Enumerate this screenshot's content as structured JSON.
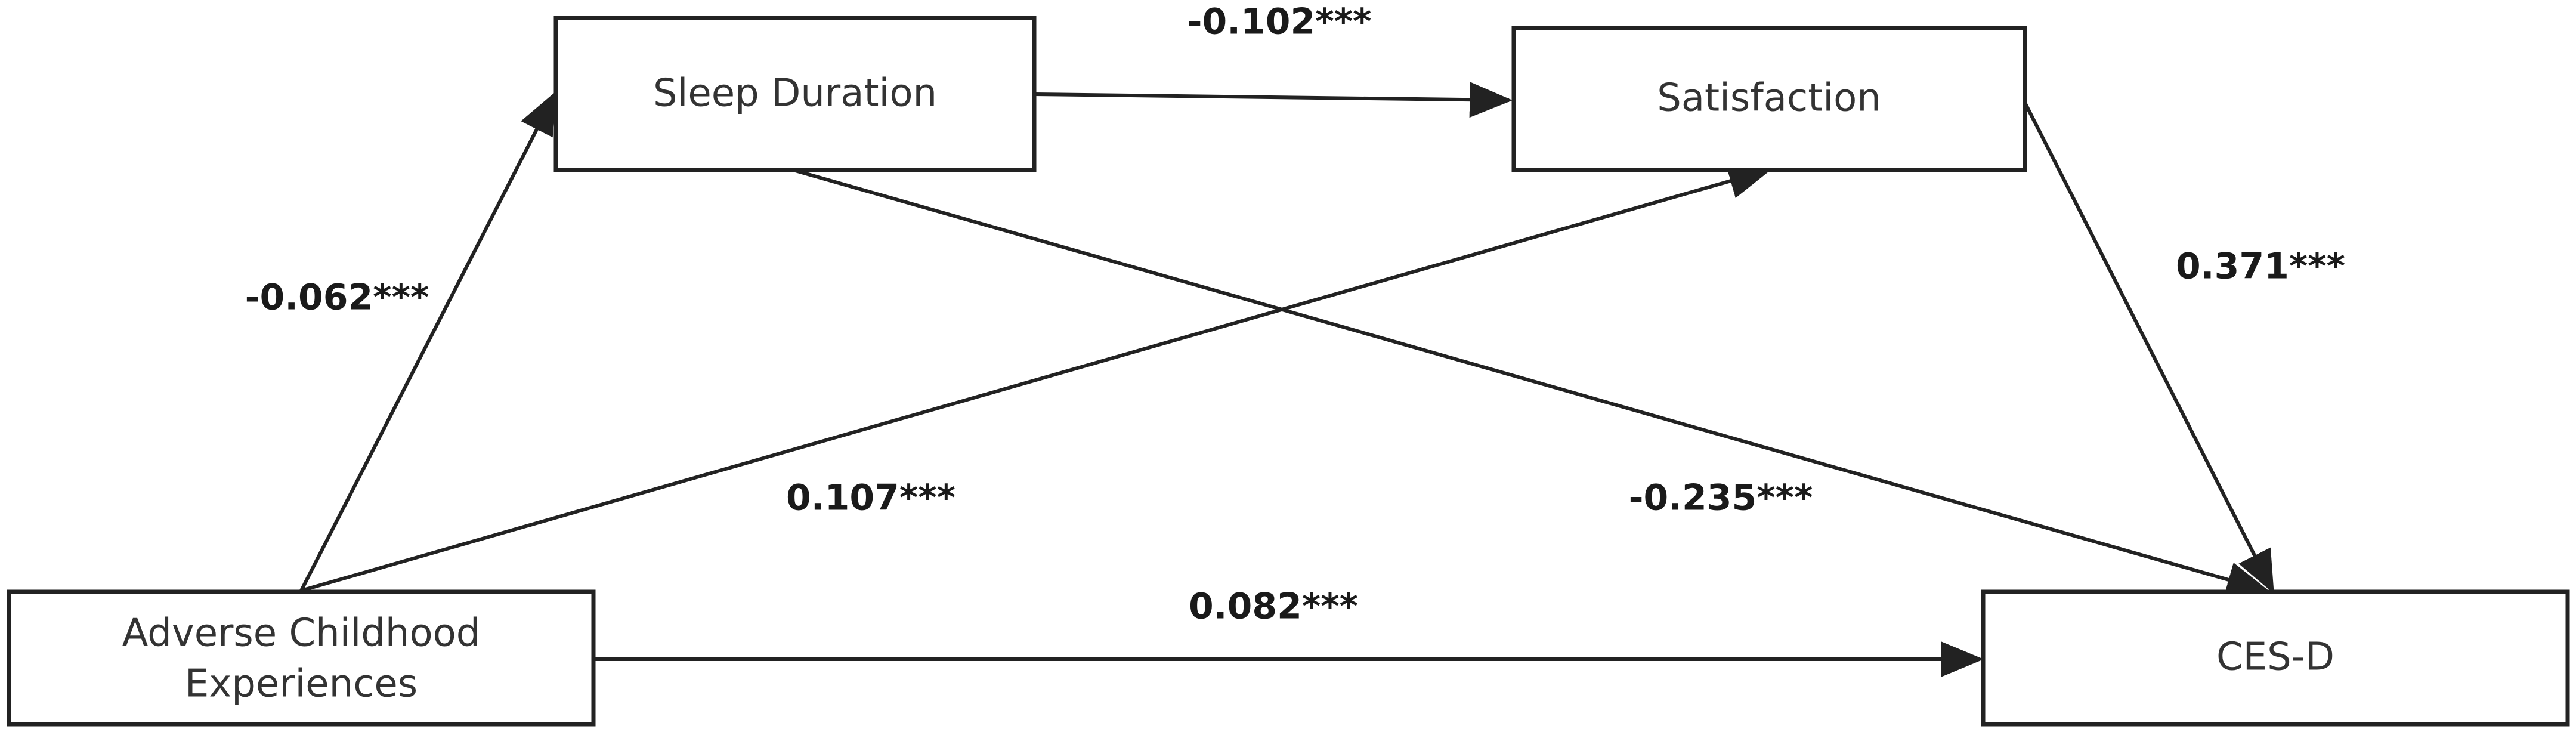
{
  "nodes": {
    "sleep": {
      "label": "Sleep Duration"
    },
    "satisfaction": {
      "label": "Satisfaction"
    },
    "ace": {
      "label_line1": "Adverse Childhood",
      "label_line2": "Experiences"
    },
    "cesd": {
      "label": "CES-D"
    }
  },
  "paths": {
    "ace_to_sleep": "-0.062***",
    "sleep_to_satisfaction": "-0.102***",
    "satisfaction_to_cesd": "0.371***",
    "ace_to_satisfaction": "0.107***",
    "sleep_to_cesd": "-0.235***",
    "ace_to_cesd": "0.082***"
  },
  "colors": {
    "stroke": "#222222",
    "text": "#333333"
  }
}
